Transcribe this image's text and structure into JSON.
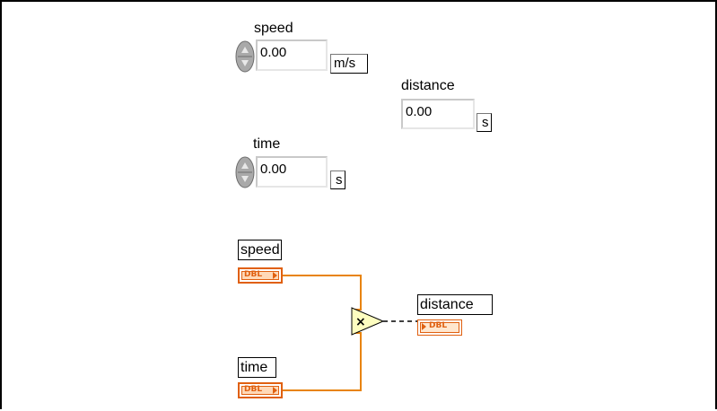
{
  "front_panel": {
    "speed": {
      "label": "speed",
      "value": "0.00",
      "unit": "m/s"
    },
    "time": {
      "label": "time",
      "value": "0.00",
      "unit": "s"
    },
    "distance": {
      "label": "distance",
      "value": "0.00",
      "unit": "s"
    }
  },
  "block_diagram": {
    "speed_terminal": {
      "label": "speed",
      "type": "DBL"
    },
    "time_terminal": {
      "label": "time",
      "type": "DBL"
    },
    "distance_terminal": {
      "label": "distance",
      "type": "DBL"
    },
    "multiply_function": {
      "symbol": "×"
    }
  },
  "colors": {
    "wire": "#e8830c",
    "terminal": "#e06010",
    "multiply_fill": "#fdfdc0"
  }
}
